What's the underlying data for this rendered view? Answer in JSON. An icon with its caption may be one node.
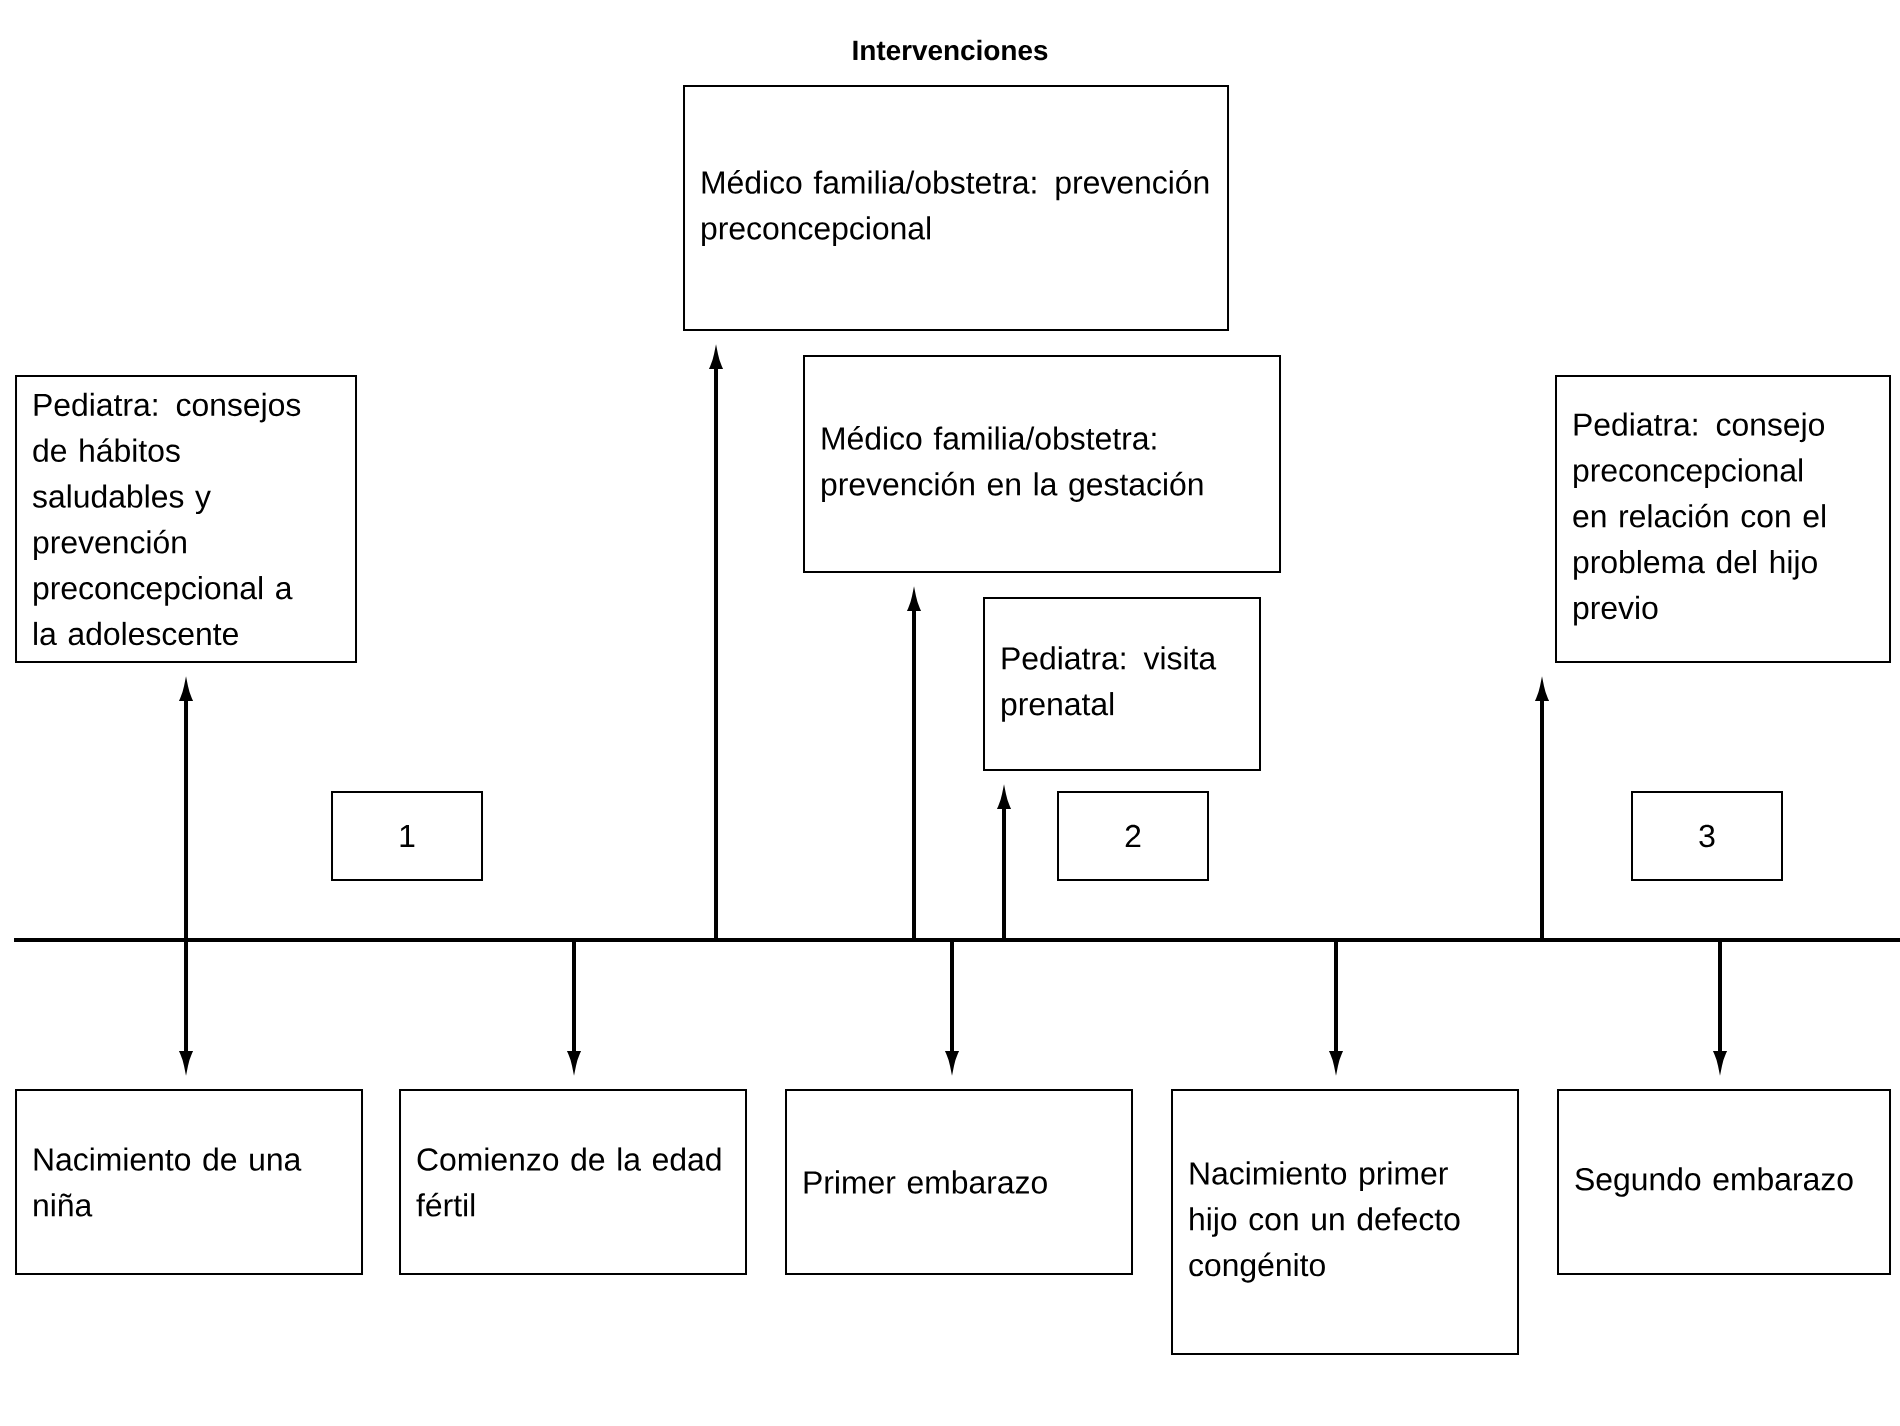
{
  "diagram": {
    "title": "Intervenciones",
    "nodes": [
      {
        "text": [
          "Médico familia/obstetra: prevención preconcepcional"
        ]
      },
      {
        "text": [
          "Pediatra: consejos de hábitos saludables y prevención preconcepcional a la adolescente"
        ]
      },
      {
        "text": [
          "Médico familia/obstetra: prevención en la gestación"
        ]
      },
      {
        "text": [
          "Pediatra: consejo preconcepcional en relación con el problema del hijo previo"
        ]
      },
      {
        "text": [
          "Pediatra: visita prenatal"
        ]
      },
      {
        "text": [
          "1"
        ]
      },
      {
        "text": [
          "2"
        ]
      },
      {
        "text": [
          "3"
        ]
      },
      {
        "text": [
          "Nacimiento de una niña"
        ]
      },
      {
        "text": [
          "Comienzo de la edad fértil"
        ]
      },
      {
        "text": [
          "Primer embarazo"
        ]
      },
      {
        "text": [
          "Nacimiento primer hijo con un defecto congénito"
        ]
      },
      {
        "text": [
          "Segundo embarazo"
        ]
      }
    ],
    "edges": [
      {
        "from": 8,
        "to": 1,
        "arrow": "both"
      },
      {
        "from": null,
        "to": 0,
        "arrow": "to"
      },
      {
        "from": null,
        "to": 2,
        "arrow": "to"
      },
      {
        "from": null,
        "to": 4,
        "arrow": "to"
      },
      {
        "from": null,
        "to": 3,
        "arrow": "to"
      },
      {
        "from": null,
        "to": 9,
        "arrow": "to"
      },
      {
        "from": null,
        "to": 10,
        "arrow": "to"
      },
      {
        "from": null,
        "to": 11,
        "arrow": "to"
      },
      {
        "from": null,
        "to": 12,
        "arrow": "to"
      }
    ]
  }
}
